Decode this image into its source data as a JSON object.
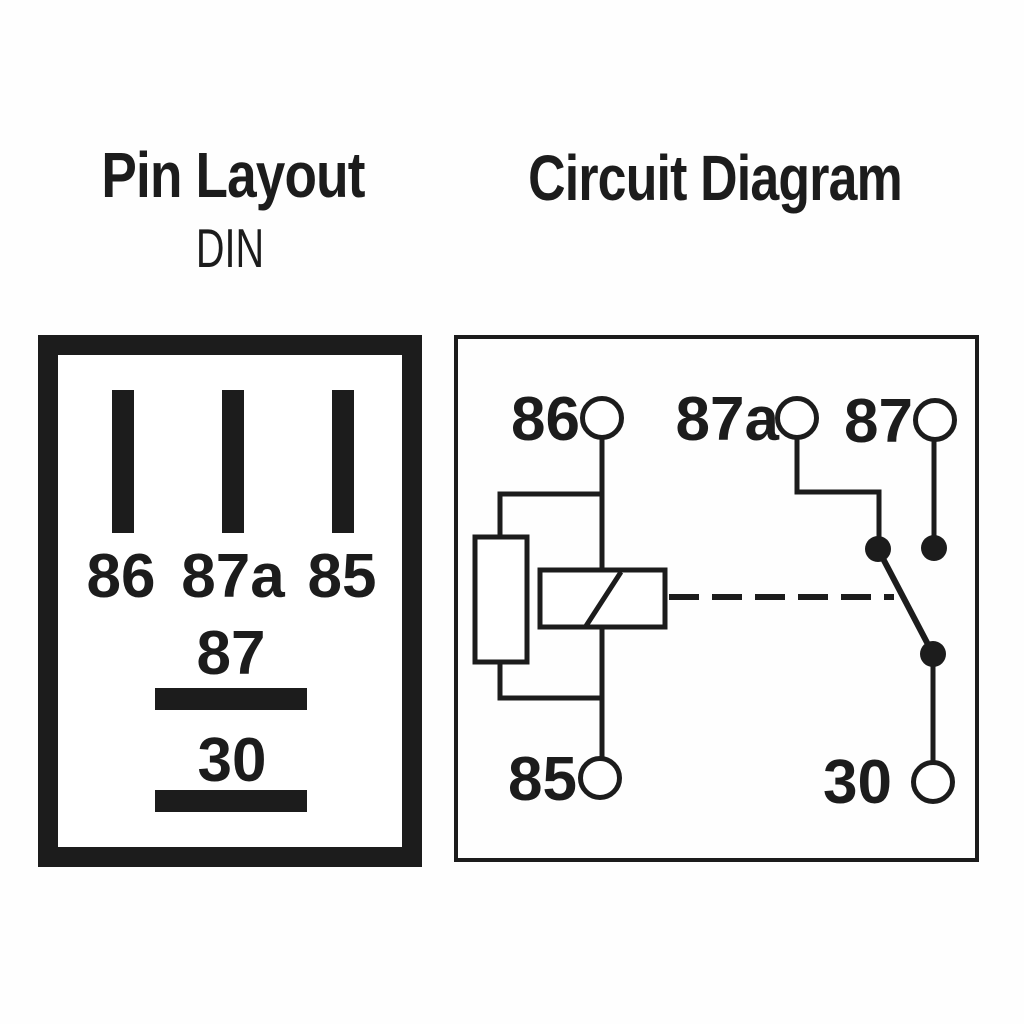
{
  "panels": {
    "pin_layout": {
      "title": "Pin Layout",
      "subtitle": "DIN",
      "slot_labels": [
        "86",
        "87a",
        "85"
      ],
      "blade_87_label": "87",
      "blade_30_label": "30"
    },
    "circuit": {
      "title": "Circuit Diagram",
      "terminals": {
        "t86": "86",
        "t87a": "87a",
        "t87": "87",
        "t85": "85",
        "t30": "30"
      }
    }
  },
  "colors": {
    "ink": "#1c1c1c",
    "background": "#ffffff"
  }
}
